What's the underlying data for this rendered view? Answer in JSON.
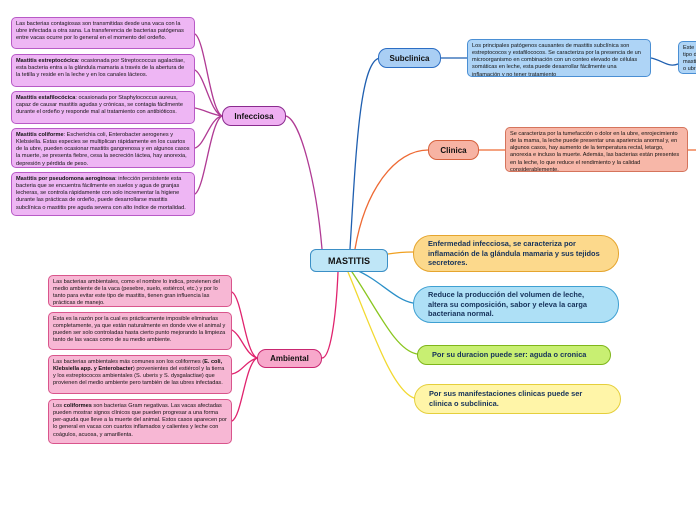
{
  "center": {
    "label": "MASTITIS"
  },
  "infecciosa": {
    "label": "Infecciosa",
    "notes": [
      {
        "bold": "",
        "text": "Las bacterias contagiosas son transmitidas desde una vaca con la ubre infectada a otra sana. La transferencia de bacterias patógenas entre vacas ocurre por lo general en el momento del ordeño."
      },
      {
        "bold": "Mastitis estreptocócica",
        "text": ": ocasionada por Streptococcus agalactiae, esta bacteria entra a la glándula mamaria a través de la abertura de la tetilla y reside en la leche y en los canales lácteos."
      },
      {
        "bold": "Mastitis estafilocócica",
        "text": ": ocasionada por Staphylococcus aureus, capaz de causar mastitis agudas y crónicas, se contagia fácilmente durante el ordeño y responde mal al tratamiento con antibióticos."
      },
      {
        "bold": "Mastitis coliforme",
        "text": ": Escherichia coli, Enterobacter aerogenes y Klebsiella. Estas especies se multiplican rápidamente en los cuartos de la ubre, pueden ocasionar mastitis gangrenosa y en algunos casos la muerte, se presenta fiebre, cesa la secreción láctea, hay anorexia, depresión y pérdida de peso."
      },
      {
        "bold": "Mastitis por pseudomona aeroginosa",
        "text": ": infección persistente esta bacteria que se encuentra fácilmente en suelos y agua de granjas lecheras, se controla rápidamente con solo incrementar la higiene durante las prácticas de ordeño, puede desarrollarse mastitis subclínica o mastitis pre aguda severa con alto índice de mortalidad."
      }
    ]
  },
  "ambiental": {
    "label": "Ambiental",
    "notes": [
      {
        "pre": "",
        "bold": "",
        "text": "Las bacterias ambientales, como el nombre lo indica, provienen del medio ambiente de la vaca (pesebre, suelo, estiércol, etc.) y por lo tanto para evitar este tipo de mastitis, tienen gran influencia las prácticas de manejo."
      },
      {
        "pre": "",
        "bold": "",
        "text": "Esta es la razón por la cual es prácticamente imposible eliminarlas completamente, ya que están naturalmente en donde vive el animal y pueden ser solo controladas hasta cierto punto mejorando la limpieza tanto de las vacas como de su medio ambiente."
      },
      {
        "pre": "Las bacterias ambientales más comunes son los coliformes (",
        "bold": "E. coli, Klebsiella app. y Enterobacter",
        "text": ") provenientes del estiércol y la tierra y los estreptococos ambientales (S. uberis y S. dysgalactiae) que provienen del medio ambiente pero también de las ubres infectadas."
      },
      {
        "pre": "Los ",
        "bold": "coliformes",
        "text": " son bacterias Gram negativas. Las vacas afectadas pueden mostrar signos clínicos que pueden progresar a una forma per-aguda que lleve a la muerte del animal. Estos casos aparecen por lo general en vacas con cuartos inflamados y calientes y leche con coágulos, acuosa, y amarillenta."
      }
    ]
  },
  "subclinica": {
    "label": "Subclinica",
    "note": "Los principales patógenos causantes de mastitis subclínica son estreptococos y estafilococos. Se caracteriza por la presencia de un microorganismo en combinación con un conteo elevado de células somáticas en leche, esta puede desarrollar fácilmente una inflamación y no tener tratamiento",
    "far_note": "Este tipo de mastitis o ubre por lo que no rendimiento en la presencia"
  },
  "clinica": {
    "label": "Clinica",
    "note": "Se caracteriza por la tumefacción o dolor en la ubre, enrojecimiento de la mama, la leche puede presentar una apariencia anormal y, en algunos casos, hay aumento de la temperatura rectal, letargo, anorexia e incluso la muerte. Además, las bacterias están presentes en la leche, lo que reduce el rendimiento y la calidad considerablemente."
  },
  "facts": [
    {
      "text": "Enfermedad infecciosa, se caracteriza por inflamación de la glándula mamaria y sus tejidos secretores."
    },
    {
      "text": "Reduce la producción del volumen de leche, altera su composición, sabor y eleva la carga bacteriana normal."
    },
    {
      "text": "Por su duracion puede ser: aguda o cronica"
    },
    {
      "text": "Por sus manifestaciones clinicas puede ser clinica o subclinica."
    }
  ],
  "colors": {
    "infecciosa": "#b03a94",
    "ambiental": "#e0236e",
    "subclinica": "#1f5fb0",
    "clinica": "#ee6a34",
    "fact1": "#f0a020",
    "fact2": "#2a8fc8",
    "fact3": "#8ac620",
    "fact4": "#f2d930"
  }
}
